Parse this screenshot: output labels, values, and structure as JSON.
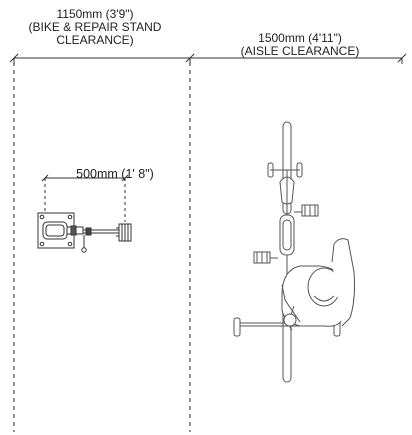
{
  "dimensions": {
    "left": {
      "measure": "1150mm (3'9\")",
      "line1": "(BIKE & REPAIR STAND",
      "line2": "CLEARANCE)"
    },
    "right": {
      "measure": "1500mm (4'11\")",
      "line1": "(AISLE CLEARANCE)"
    },
    "stand_width": "500mm (1' 8\")"
  }
}
